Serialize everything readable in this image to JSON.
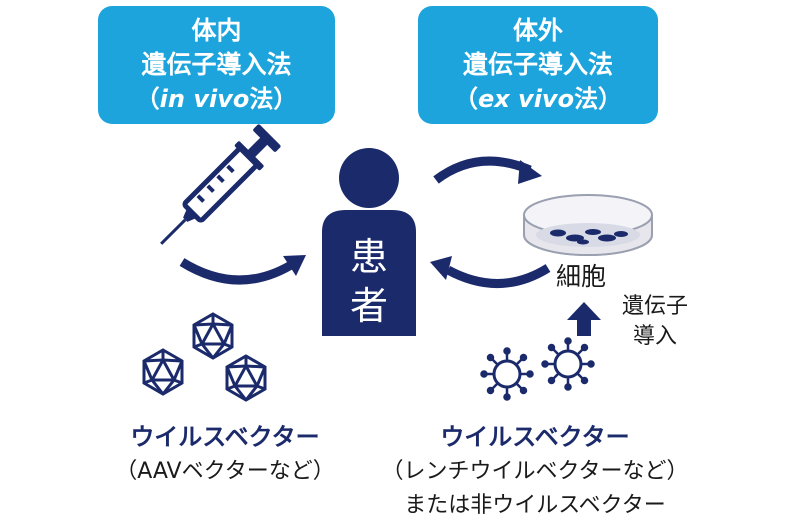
{
  "colors": {
    "box_bg": "#1da4dc",
    "navy": "#1b2a6b",
    "blue_arrow": "#1e3a8a",
    "dish_fill": "#e6e6ec"
  },
  "in_vivo": {
    "line1": "体内",
    "line2": "遺伝子導入法",
    "paren_open": "（",
    "term": "in vivo",
    "suffix": "法）"
  },
  "ex_vivo": {
    "line1": "体外",
    "line2": "遺伝子導入法",
    "paren_open": "（",
    "term": "ex vivo",
    "suffix": "法）"
  },
  "patient": {
    "char1": "患",
    "char2": "者"
  },
  "cells_label": "細胞",
  "gene_transfer": {
    "line1": "遺伝子",
    "line2": "導入"
  },
  "left_vector": {
    "title": "ウイルスベクター",
    "note": "（AAVベクターなど）"
  },
  "right_vector": {
    "title": "ウイルスベクター",
    "note1": "（レンチウイルベクターなど）",
    "note2": "または非ウイルスベクター"
  },
  "icons": [
    "syringe-icon",
    "aav-virus-icon",
    "lentivirus-icon",
    "petri-dish-icon",
    "person-icon"
  ]
}
